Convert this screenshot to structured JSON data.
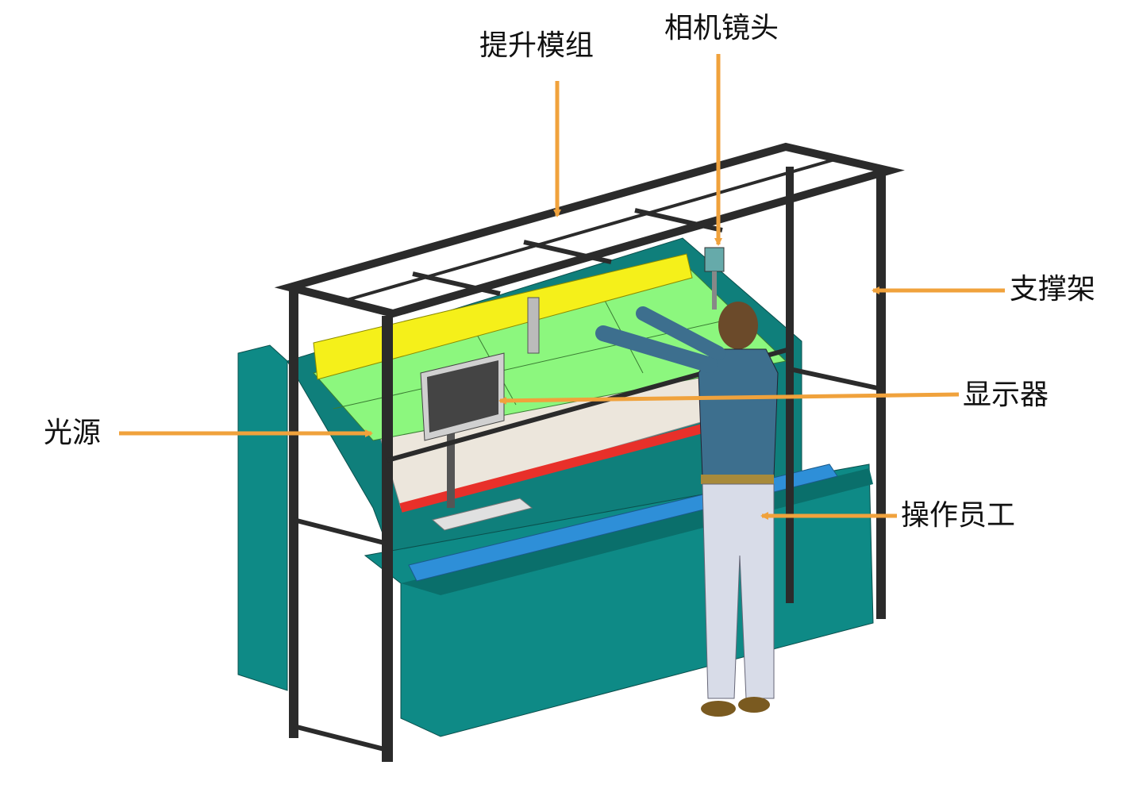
{
  "labels": {
    "lift_module": "提升模组",
    "camera_lens": "相机镜头",
    "support_frame": "支撑架",
    "display": "显示器",
    "light_source": "光源",
    "operator": "操作员工"
  },
  "colors": {
    "arrow": "#f0a23c",
    "cabinet": "#0e8a86",
    "panel": "#8cf77e",
    "roller": "#f5f01a",
    "red_bar": "#e8302a",
    "blue_roller": "#2e8fd8",
    "frame": "#2b2b2b"
  }
}
